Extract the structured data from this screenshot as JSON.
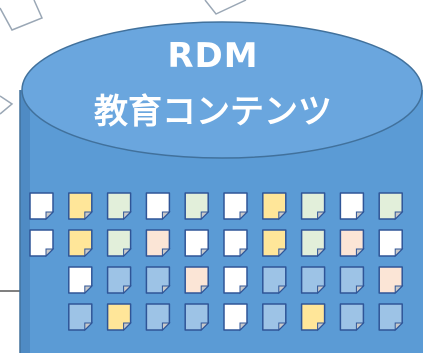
{
  "diagram": {
    "container": {
      "label_line1": "RDM",
      "label_line2": "教育コンテンツ"
    },
    "colors": {
      "cylinder_fill": "#5b9bd5",
      "cylinder_top_fill": "#6aa6de",
      "cylinder_outline": "#41719c",
      "label_text": "#ffffff",
      "doc_white": "#ffffff",
      "doc_yellow": "#ffe699",
      "doc_green": "#e2efda",
      "doc_peach": "#fbe5d6",
      "doc_blue": "#9dc3e6"
    },
    "document_grid": [
      [
        "white",
        "yellow",
        "green",
        "white",
        "green",
        "white",
        "yellow",
        "green",
        "white",
        "green"
      ],
      [
        "white",
        "yellow",
        "green",
        "peach",
        "white",
        "white",
        "yellow",
        "green",
        "peach",
        "white"
      ],
      [
        "",
        "white",
        "blue",
        "blue",
        "peach",
        "white",
        "blue",
        "blue",
        "blue",
        "peach"
      ],
      [
        "",
        "blue",
        "yellow",
        "blue",
        "blue",
        "white",
        "blue",
        "yellow",
        "blue",
        "blue"
      ]
    ]
  }
}
